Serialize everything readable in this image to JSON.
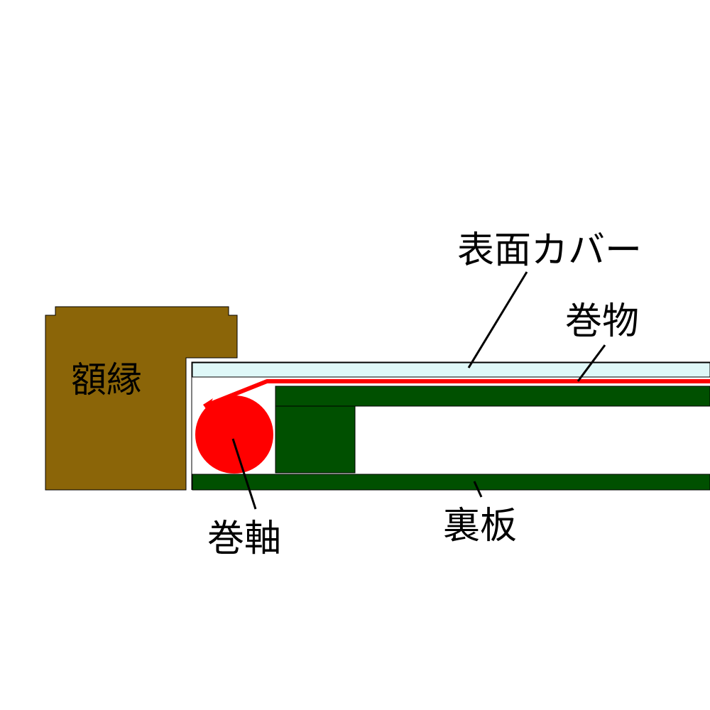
{
  "labels": {
    "surface_cover": "表面カバー",
    "scroll": "巻物",
    "frame": "額縁",
    "roller": "巻軸",
    "back_board": "裏板"
  },
  "colors": {
    "frame": "#8B6508",
    "cover": "#DFF8F8",
    "scroll": "#FF0000",
    "board": "#005000",
    "roller": "#FF0000",
    "outline": "#000000"
  }
}
